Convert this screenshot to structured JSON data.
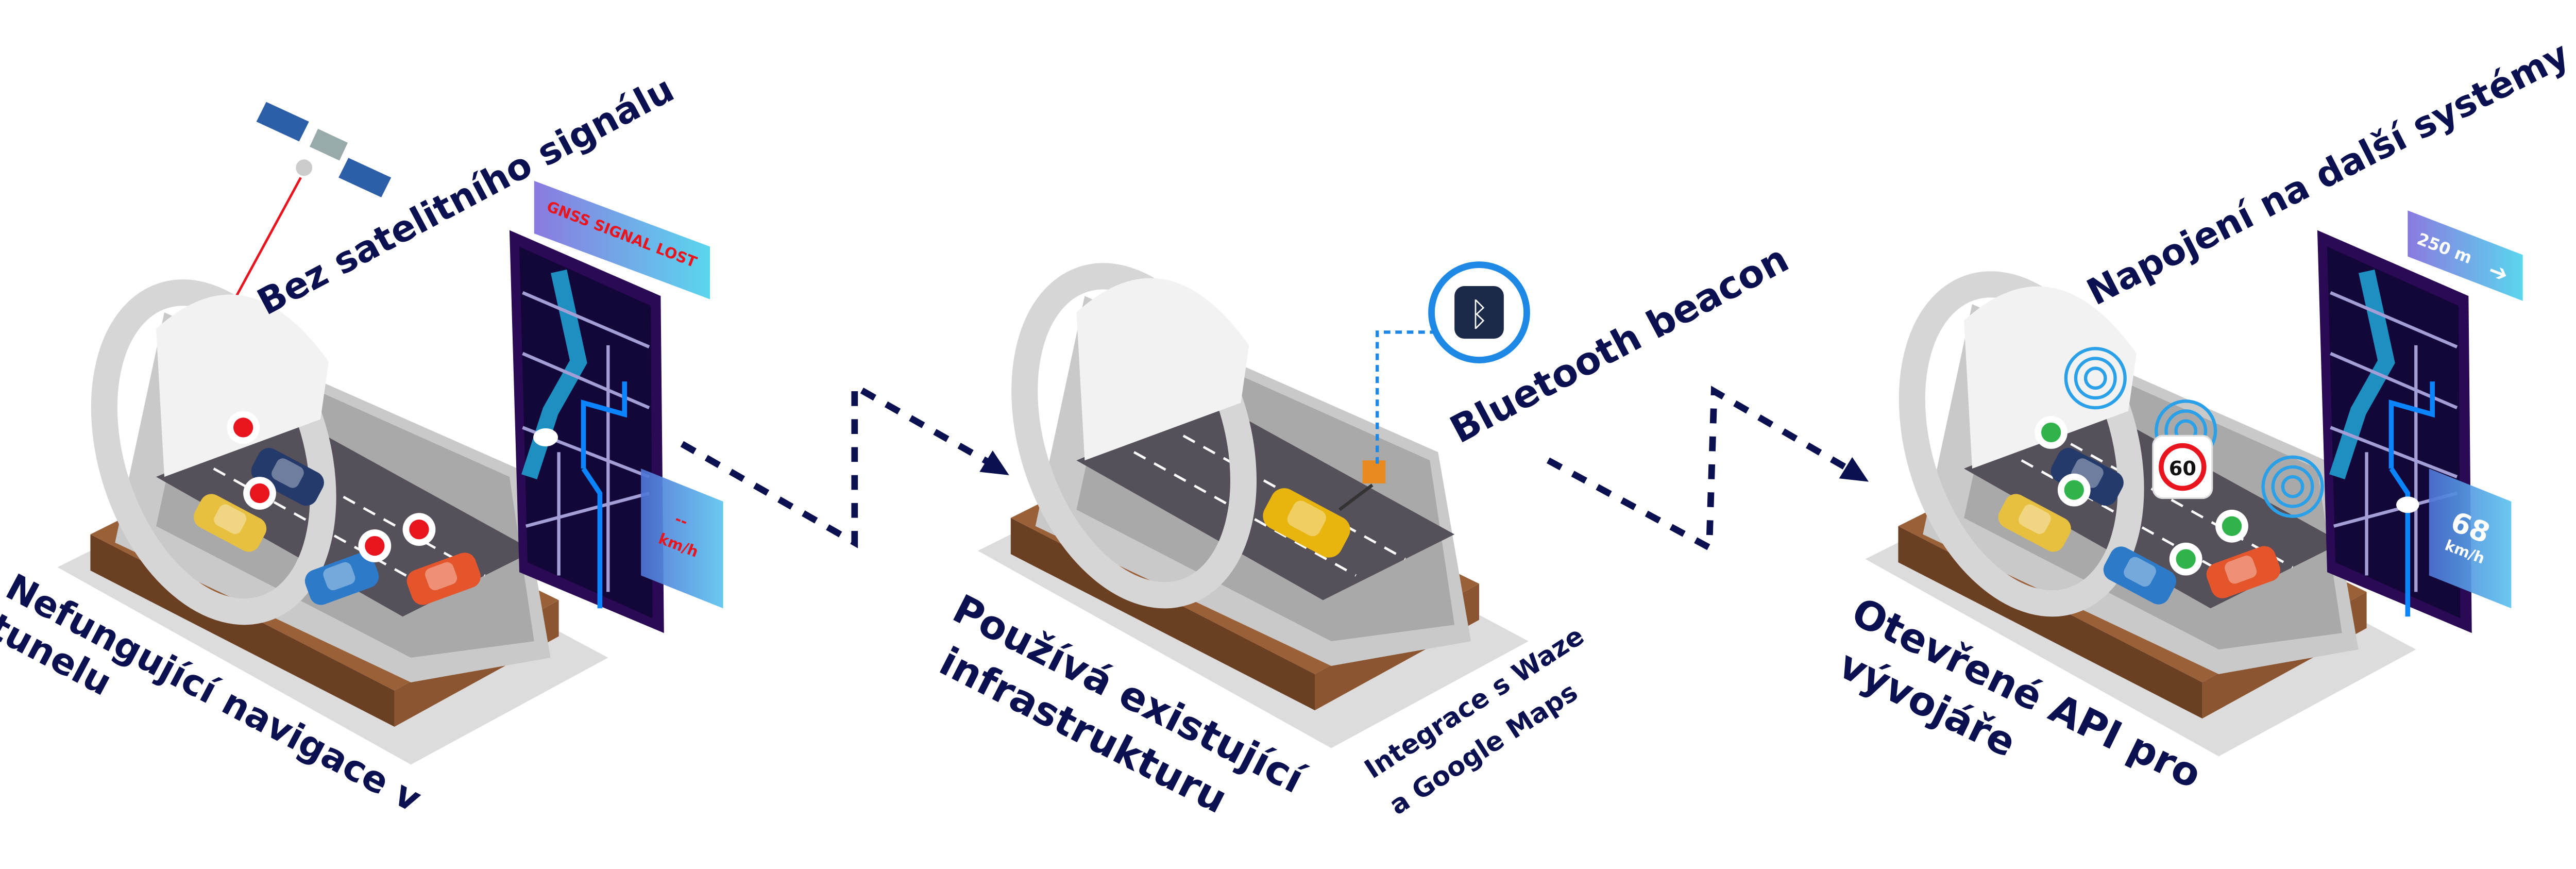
{
  "steps": [
    {
      "title_lines": [
        "Nefungující navigace v",
        "tunelu"
      ],
      "caption": "Bez satelitního signálu",
      "phone": {
        "banner": "GNSS SIGNAL LOST",
        "speed_value": "--",
        "speed_unit": "km/h"
      }
    },
    {
      "title_lines": [
        "Používá existující",
        "infrastrukturu"
      ],
      "caption": "Bluetooth beacon",
      "subcaption_lines": [
        "Integrace s Waze",
        "a Google Maps"
      ]
    },
    {
      "title_lines": [
        "Otevřené API pro",
        "vývojáře"
      ],
      "caption": "Napojení na další systémy",
      "speed_sign": "60",
      "phone": {
        "banner": "250 m",
        "speed_value": "68",
        "speed_unit": "km/h"
      }
    }
  ],
  "colors": {
    "text": "#0b1050",
    "error": "#e8141e",
    "ok": "#2fb34a",
    "signal": "#1e88e5"
  }
}
